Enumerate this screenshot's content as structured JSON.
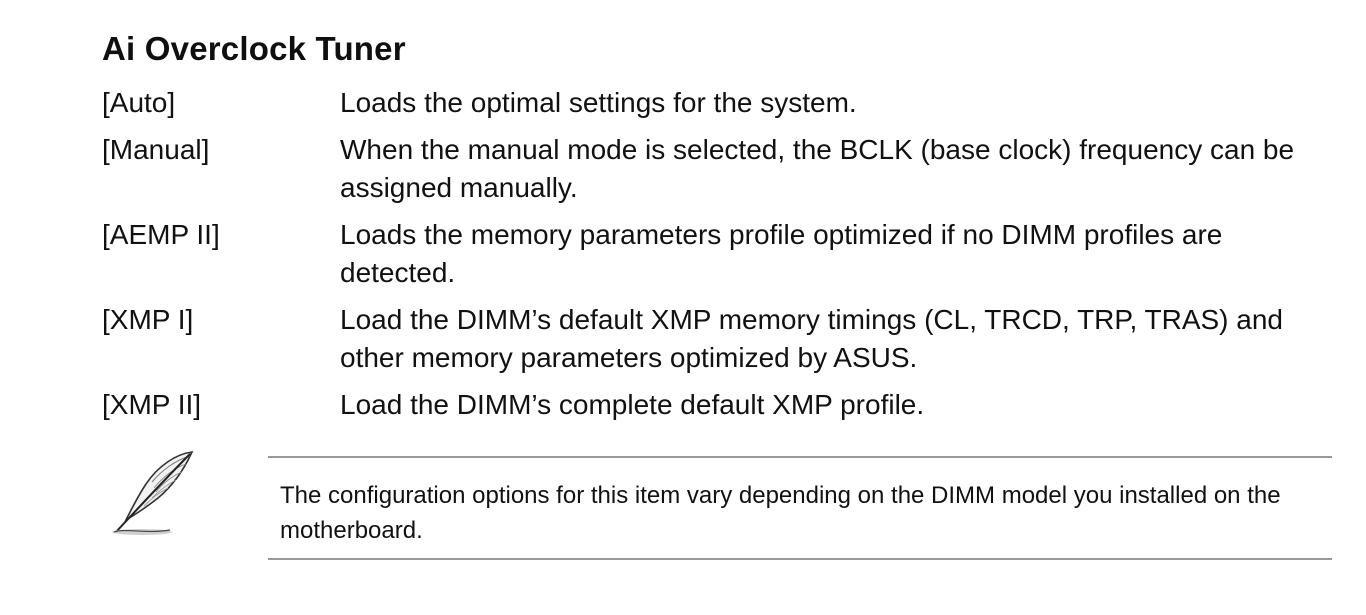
{
  "heading": "Ai Overclock Tuner",
  "options": [
    {
      "key": "[Auto]",
      "desc": "Loads the optimal settings for the system."
    },
    {
      "key": "[Manual]",
      "desc": "When the manual mode is selected, the BCLK (base clock) frequency can be assigned manually."
    },
    {
      "key": "[AEMP II]",
      "desc": "Loads the memory parameters profile optimized if no DIMM profiles are detected."
    },
    {
      "key": "[XMP I]",
      "desc": "Load the DIMM’s default XMP memory timings (CL, TRCD, TRP, TRAS) and other memory parameters optimized by ASUS."
    },
    {
      "key": "[XMP II]",
      "desc": "Load the DIMM’s complete default XMP profile."
    }
  ],
  "note": {
    "icon": "quill-pen-icon",
    "text": "The configuration options for this item vary depending on the DIMM model you installed on the motherboard."
  }
}
